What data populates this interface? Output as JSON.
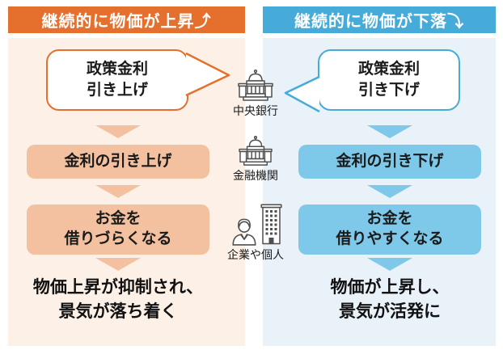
{
  "left_flow": {
    "header": "継続的に物価が上昇⤴",
    "bubble_line1": "政策金利",
    "bubble_line2": "引き上げ",
    "step1": "金利の引き上げ",
    "step2_line1": "お金を",
    "step2_line2": "借りづらくなる",
    "result_line1": "物価上昇が抑制され、",
    "result_line2": "景気が落ち着く"
  },
  "right_flow": {
    "header": "継続的に物価が下落⤵",
    "bubble_line1": "政策金利",
    "bubble_line2": "引き下げ",
    "step1": "金利の引き下げ",
    "step2_line1": "お金を",
    "step2_line2": "借りやすくなる",
    "result_line1": "物価が上昇し、",
    "result_line2": "景気が活発に"
  },
  "actors": [
    {
      "label": "中央銀行",
      "icon": "bank-icon"
    },
    {
      "label": "金融機関",
      "icon": "bank-icon"
    },
    {
      "label": "企業や個人",
      "icon": "person-and-building-icon"
    }
  ],
  "colors": {
    "left_accent": "#e5702d",
    "left_fill": "#f3c1a0",
    "left_panel_bg": "#fcf0e7",
    "right_accent": "#47abd9",
    "right_fill": "#7ec9e9",
    "right_panel_bg": "#e9f1f9",
    "icon_stroke": "#4f4f4f"
  }
}
